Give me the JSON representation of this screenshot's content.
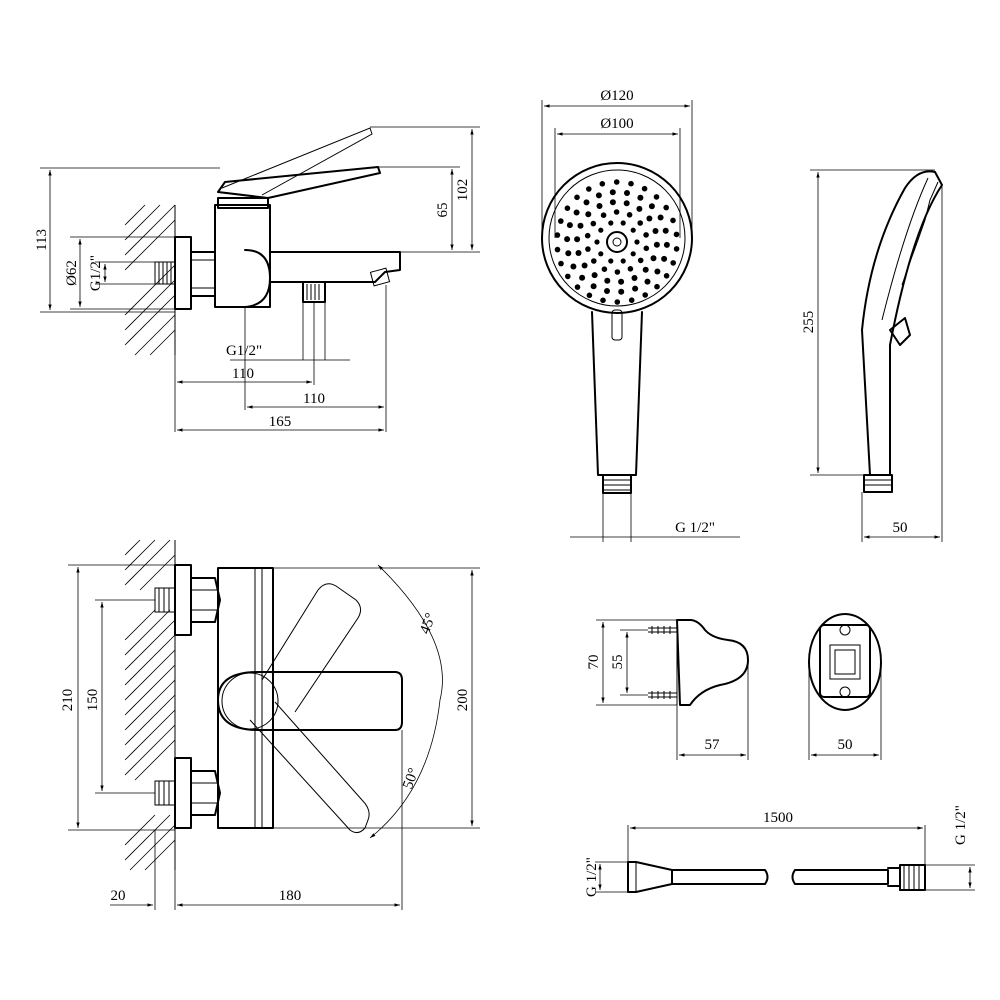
{
  "side_view": {
    "dim_113": "113",
    "dim_62": "Ø62",
    "dim_g12_left": "G1/2\"",
    "dim_65": "65",
    "dim_102": "102",
    "dim_g12_bottom": "G1/2\"",
    "dim_110_a": "110",
    "dim_110_b": "110",
    "dim_165": "165"
  },
  "front_view": {
    "dim_210": "210",
    "dim_150": "150",
    "dim_200": "200",
    "dim_20": "20",
    "dim_180": "180",
    "angle_45": "45°",
    "angle_50": "50°"
  },
  "hand_shower": {
    "dim_120": "Ø120",
    "dim_100": "Ø100",
    "dim_g12": "G 1/2\"",
    "dim_255": "255",
    "dim_50": "50"
  },
  "holder": {
    "dim_70": "70",
    "dim_55": "55",
    "dim_57": "57",
    "dim_50": "50"
  },
  "hose": {
    "dim_1500": "1500",
    "dim_g12_left": "G 1/2\"",
    "dim_g12_right": "G 1/2\""
  }
}
